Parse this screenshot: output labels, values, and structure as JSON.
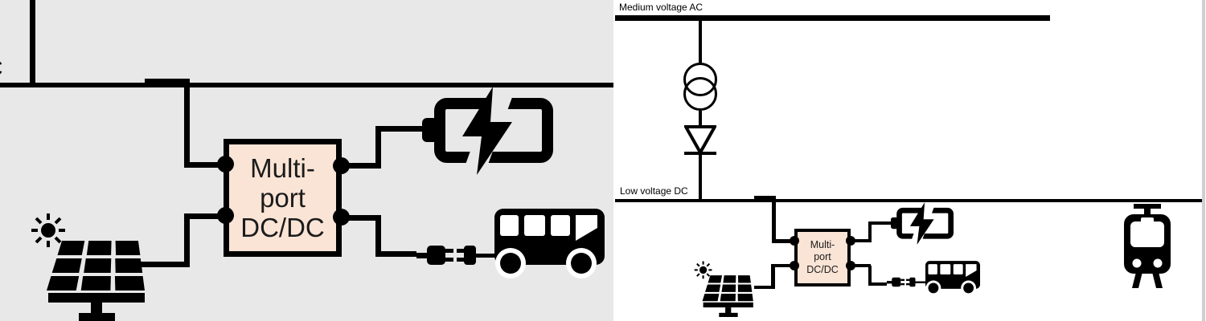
{
  "colors": {
    "page_bg": "#ffffff",
    "left_panel_bg": "#e8e8e8",
    "right_panel_bg": "#ffffff",
    "box_fill": "#fae4d5",
    "line": "#000000",
    "edge_strip": "#cfcfcf"
  },
  "left_panel": {
    "box_label": [
      "Multi-",
      "port",
      "DC/DC"
    ],
    "clipped_text_fragment": "C",
    "icons": [
      "sun-icon",
      "solar-panel-icon",
      "battery-charging-icon",
      "charging-plug-icon",
      "bus-icon"
    ]
  },
  "right_panel": {
    "mv_bus_label": "Medium voltage AC",
    "lv_bus_label": "Low voltage DC",
    "box_label": [
      "Multi-",
      "port",
      "DC/DC"
    ],
    "icons": [
      "transformer-icon",
      "diode-icon",
      "sun-icon",
      "solar-panel-icon",
      "battery-charging-icon",
      "charging-plug-icon",
      "bus-icon",
      "tram-icon"
    ]
  }
}
